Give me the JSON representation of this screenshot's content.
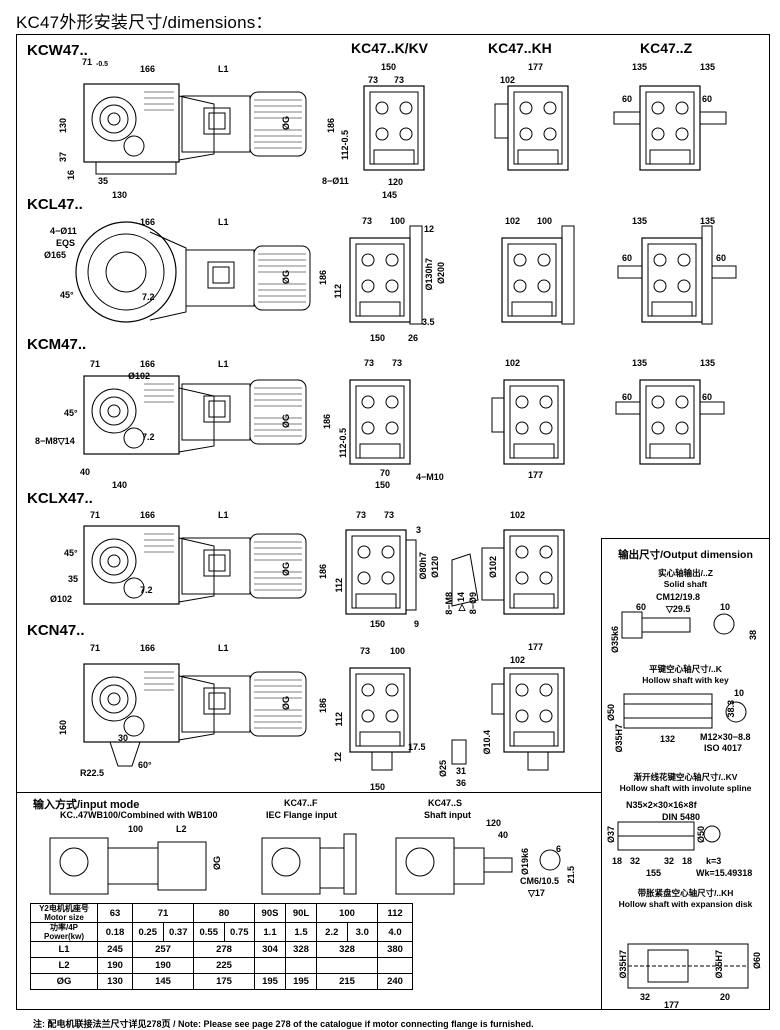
{
  "header": {
    "title": "KC47外形安装尺寸/dimensions："
  },
  "columns": {
    "k": "KC47..K/KV",
    "kh": "KC47..KH",
    "z": "KC47..Z"
  },
  "rows": [
    {
      "label": "KCW47.."
    },
    {
      "label": "KCL47.."
    },
    {
      "label": "KCM47.."
    },
    {
      "label": "KCLX47.."
    },
    {
      "label": "KCN47.."
    }
  ],
  "dims": {
    "w_71": "71",
    "w_03": "-0.5",
    "w_166": "166",
    "w_L1": "L1",
    "w_130": "130",
    "w_37": "37",
    "w_16": "16",
    "w_35": "35",
    "w_130b": "130",
    "w_G": "ØG",
    "k_150": "150",
    "k_73a": "73",
    "k_73b": "73",
    "k_186": "186",
    "k_112": "112-0.5",
    "k_120": "120",
    "k_145": "145",
    "k_811": "8−Ø11",
    "kh_177": "177",
    "kh_102": "102",
    "z_135a": "135",
    "z_135b": "135",
    "z_60a": "60",
    "z_60b": "60",
    "l_166": "166",
    "l_L1": "L1",
    "l_411": "4−Ø11",
    "l_eqs": "EQS",
    "l_165": "Ø165",
    "l_45": "45°",
    "l_72": "7.2",
    "l_G": "ØG",
    "lk_73": "73",
    "lk_100": "100",
    "lk_12": "12",
    "lk_186": "186",
    "lk_112": "112",
    "lk_130h7": "Ø130h7",
    "lk_200": "Ø200",
    "lk_35": "3.5",
    "lk_150": "150",
    "lk_26": "26",
    "lkh_102": "102",
    "lkh_100": "100",
    "lz_135a": "135",
    "lz_135b": "135",
    "lz_60a": "60",
    "lz_60b": "60",
    "m_71": "71",
    "m_166": "166",
    "m_L1": "L1",
    "m_102": "Ø102",
    "m_45": "45°",
    "m_72": "7.2",
    "m_8m8": "8−M8▽14",
    "m_40": "40",
    "m_140": "140",
    "m_G": "ØG",
    "mk_73a": "73",
    "mk_73b": "73",
    "mk_186": "186",
    "mk_112": "112-0.5",
    "mk_70": "70",
    "mk_150": "150",
    "mk_4m10": "4−M10",
    "mkh_102": "102",
    "mkh_177": "177",
    "mz_135a": "135",
    "mz_135b": "135",
    "mz_60a": "60",
    "mz_60b": "60",
    "x_71": "71",
    "x_166": "166",
    "x_L1": "L1",
    "x_45": "45°",
    "x_35": "35",
    "x_72": "7.2",
    "x_102": "Ø102",
    "x_G": "ØG",
    "xk_73a": "73",
    "xk_73b": "73",
    "xk_3": "3",
    "xk_186": "186",
    "xk_112": "112",
    "xk_80": "Ø80h7",
    "xk_120": "Ø120",
    "xk_150": "150",
    "xk_9": "9",
    "xs_8m8": "8−M8",
    "xs_14": "▽14",
    "xs_829": "8−Ø9",
    "xkh_102": "102",
    "xkh_102c": "Ø102",
    "n_71": "71",
    "n_166": "166",
    "n_L1": "L1",
    "n_160": "160",
    "n_30": "30",
    "n_r": "R22.5",
    "n_60": "60°",
    "n_G": "ØG",
    "nk_73": "73",
    "nk_100": "100",
    "nk_186": "186",
    "nk_112": "112",
    "nk_12": "12",
    "nk_175": "17.5",
    "nk_104": "Ø10.4",
    "nk_25": "Ø25",
    "nk_31": "31",
    "nk_36": "36",
    "nk_150": "150",
    "nkh_177": "177",
    "nkh_102": "102"
  },
  "input_mode": {
    "title": "输入方式/input mode",
    "combined": "KC..47WB100/Combined with WB100",
    "f_title": "KC47..F",
    "f_sub": "IEC Flange input",
    "s_title": "KC47..S",
    "s_sub": "Shaft input",
    "d_100": "100",
    "d_L2": "L2",
    "d_G": "ØG",
    "s_120": "120",
    "s_40": "40",
    "s_19": "Ø19k6",
    "s_6": "6",
    "s_cm": "CM6/10.5",
    "s_17": "▽17",
    "s_215": "21.5"
  },
  "output": {
    "title": "输出尺寸/Output dimension",
    "z_cn": "实心轴输出/..Z",
    "z_en": "Solid shaft",
    "z_cm": "CM12/19.8",
    "z_60": "60",
    "z_295": "▽29.5",
    "z_10": "10",
    "z_35": "Ø35k6",
    "z_38": "38",
    "k_cn": "平键空心轴尺寸/..K",
    "k_en": "Hollow shaft with key",
    "k_50": "Ø50",
    "k_35": "Ø35H7",
    "k_132": "132",
    "k_383": "38.3",
    "k_10": "10",
    "k_m12": "M12×30−8.8",
    "k_iso": "ISO 4017",
    "kv_cn": "渐开线花键空心轴尺寸/..KV",
    "kv_en": "Hollow shaft with involute spline",
    "kv_spline": "N35×2×30×16×8f",
    "kv_din": "DIN 5480",
    "kv_37": "Ø37",
    "kv_50": "Ø50",
    "kv_18": "18",
    "kv_32a": "32",
    "kv_32b": "32",
    "kv_18b": "18",
    "kv_155": "155",
    "kv_k": "k=3",
    "kv_wk": "Wk=15.49318",
    "kh_cn": "带胀紧盘空心轴尺寸/..KH",
    "kh_en": "Hollow shaft with expansion disk",
    "kh_35a": "Ø35H7",
    "kh_35b": "Ø35H7",
    "kh_60": "Ø60",
    "kh_32": "32",
    "kh_177": "177",
    "kh_20": "20"
  },
  "table": {
    "rows": [
      [
        "Y2电机机座号\nMotor size",
        "63",
        "71",
        "",
        "80",
        "",
        "90S",
        "90L",
        "100",
        "",
        "112"
      ],
      [
        "功率/4P\nPower(kw)",
        "0.18",
        "0.25",
        "0.37",
        "0.55",
        "0.75",
        "1.1",
        "1.5",
        "2.2",
        "3.0",
        "4.0"
      ],
      [
        "L1",
        "245",
        "257",
        "",
        "278",
        "",
        "304",
        "328",
        "328",
        "",
        "380"
      ],
      [
        "L2",
        "190",
        "190",
        "",
        "225",
        "",
        "",
        "",
        "",
        "",
        ""
      ],
      [
        "ØG",
        "130",
        "145",
        "",
        "175",
        "",
        "195",
        "195",
        "215",
        "",
        "240"
      ]
    ]
  },
  "note": "注: 配电机联接法兰尺寸详见278页 / Note: Please see page 278 of the catalogue  if motor connecting flange is furnished."
}
